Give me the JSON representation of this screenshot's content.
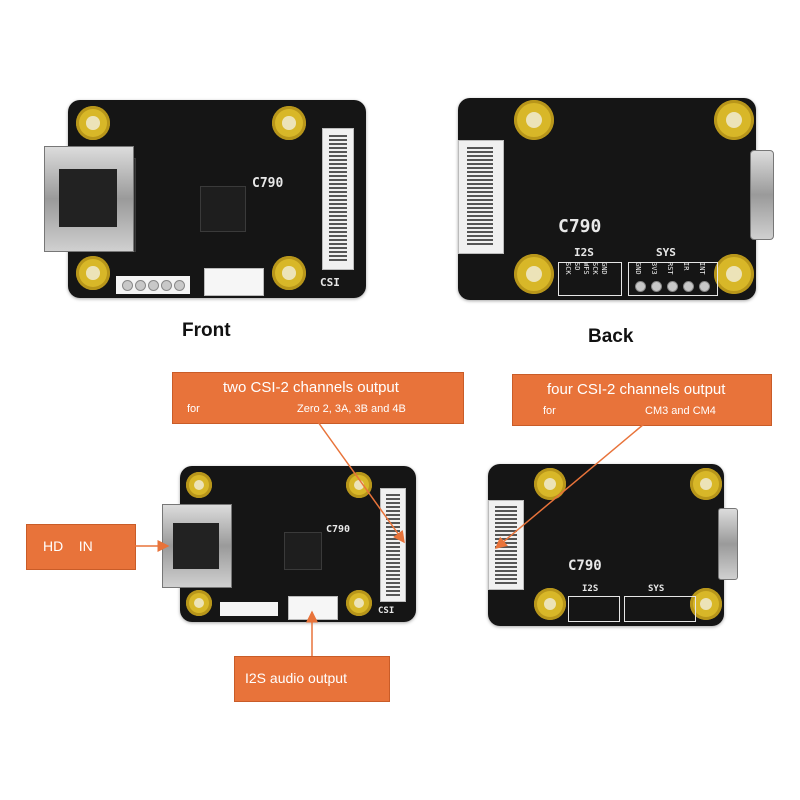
{
  "views": {
    "front": "Front",
    "back": "Back"
  },
  "board": {
    "model": "C790",
    "csi": "CSI",
    "i2s": "I2S",
    "sys": "SYS",
    "i2s_pins": [
      "GND",
      "SCK",
      "WFS",
      "SD",
      "SCK"
    ],
    "sys_pins": [
      "GND",
      "3V3",
      "RST",
      "IR",
      "INT"
    ]
  },
  "callouts": {
    "two_csi": {
      "title": "two CSI-2 channels output",
      "for": "for",
      "models": "Zero 2, 3A, 3B and 4B"
    },
    "four_csi": {
      "title": "four CSI-2 channels output",
      "for": "for",
      "models": "CM3 and CM4"
    },
    "hdmi_in": "HD    IN",
    "i2s_audio": "I2S audio output"
  },
  "colors": {
    "callout": "#e8733a",
    "pad_gold": "#d8b728",
    "pcb": "#151515",
    "arrow": "#e8733a"
  }
}
